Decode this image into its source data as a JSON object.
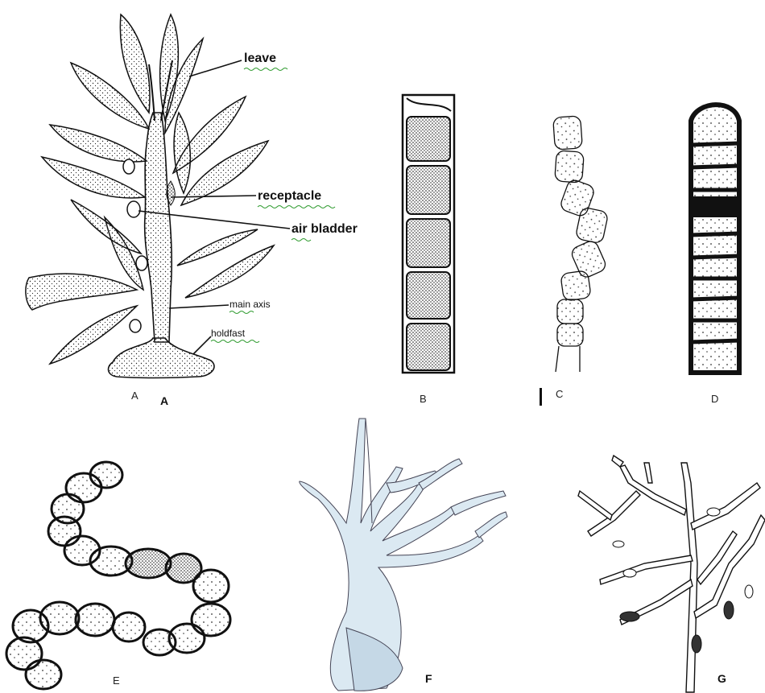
{
  "panels": {
    "a": {
      "labels": {
        "leave": "leave",
        "receptacle": "receptacle",
        "air_bladder": "air bladder",
        "main_axis": "main axis",
        "holdfast": "holdfast"
      },
      "caption_handwritten": "A",
      "caption_bold": "A"
    },
    "b": {
      "caption": "B"
    },
    "c": {
      "caption": "C"
    },
    "d": {
      "caption": "D"
    },
    "e": {
      "caption": "E"
    },
    "f": {
      "caption": "F"
    },
    "g": {
      "caption": "G"
    }
  }
}
